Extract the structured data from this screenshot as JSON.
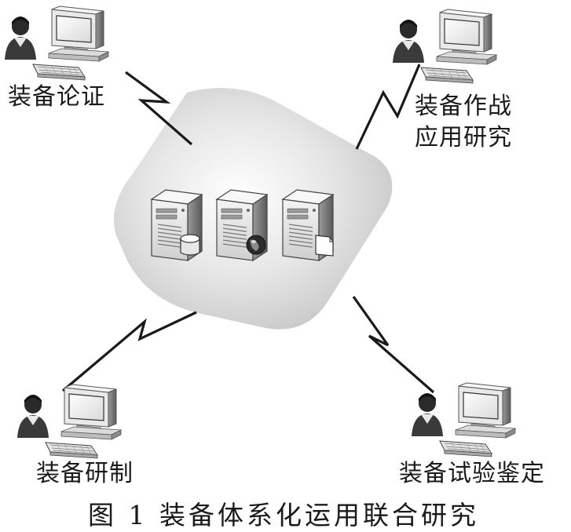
{
  "caption": "图 1   装备体系化运用联合研究",
  "nodes": [
    {
      "id": "demonstration",
      "label_lines": [
        "装备论证"
      ]
    },
    {
      "id": "operations",
      "label_lines": [
        "装备作战",
        "应用研究"
      ]
    },
    {
      "id": "development",
      "label_lines": [
        "装备研制"
      ]
    },
    {
      "id": "testing",
      "label_lines": [
        "装备试验鉴定"
      ]
    }
  ],
  "center": {
    "servers": [
      {
        "id": "database-server",
        "badge": "database-icon"
      },
      {
        "id": "web-server",
        "badge": "globe-icon"
      },
      {
        "id": "file-server",
        "badge": "document-icon"
      }
    ]
  },
  "links": [
    {
      "from": "demonstration",
      "to": "center",
      "style": "lightning-bolt"
    },
    {
      "from": "operations",
      "to": "center",
      "style": "lightning-bolt"
    },
    {
      "from": "development",
      "to": "center",
      "style": "lightning-bolt"
    },
    {
      "from": "testing",
      "to": "center",
      "style": "lightning-bolt"
    }
  ],
  "colors": {
    "lines": "#1a1a1a",
    "hub_fill": "#d7d7d7",
    "icon_dark": "#333333",
    "icon_light": "#f2f2f2"
  }
}
